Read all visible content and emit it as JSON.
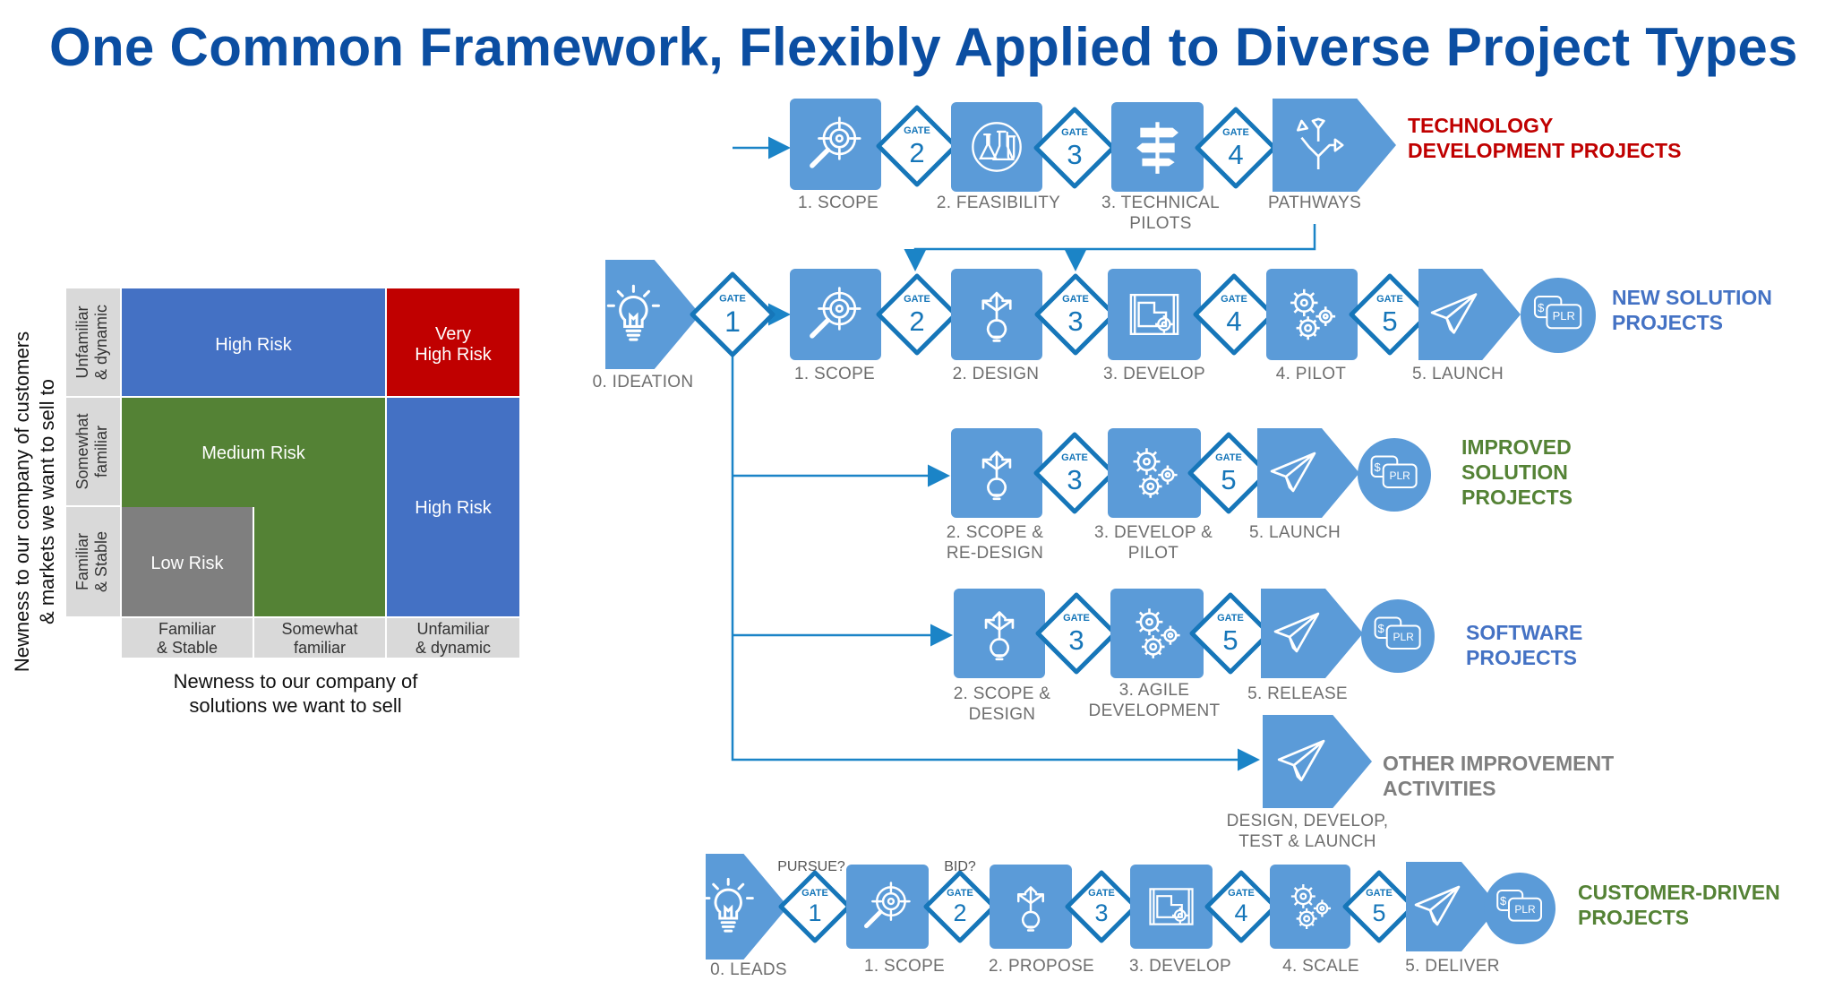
{
  "title": "One Common Framework, Flexibly Applied to Diverse Project Types",
  "colors": {
    "title": "#0b4ea2",
    "box": "#5b9bd8",
    "gate": "#1676b9",
    "line": "#1b84c7",
    "high_risk": "#4471c4",
    "very_high_risk": "#c00000",
    "medium_risk": "#548235",
    "low_risk": "#7f7f7f",
    "tech_label": "#c00000",
    "new_label": "#4472c4",
    "improved_label": "#548235",
    "software_label": "#4472c4",
    "other_label": "#7f7f7f",
    "customer_label": "#548235"
  },
  "matrix": {
    "y_axis_title_line1": "Newness to our company of customers",
    "y_axis_title_line2": "& markets we want to sell to",
    "x_axis_title_line1": "Newness to our company of",
    "x_axis_title_line2": "solutions we want to sell",
    "rows": [
      {
        "line1": "Unfamiliar",
        "line2": "& dynamic"
      },
      {
        "line1": "Somewhat",
        "line2": "familiar"
      },
      {
        "line1": "Familiar",
        "line2": "& Stable"
      }
    ],
    "cols": [
      {
        "line1": "Familiar",
        "line2": "& Stable"
      },
      {
        "line1": "Somewhat",
        "line2": "familiar"
      },
      {
        "line1": "Unfamiliar",
        "line2": "& dynamic"
      }
    ],
    "cells": {
      "high_risk_top": "High Risk",
      "very_high_line1": "Very",
      "very_high_line2": "High Risk",
      "medium_risk": "Medium Risk",
      "high_risk_right": "High Risk",
      "low_risk": "Low Risk"
    }
  },
  "gate_word": "GATE",
  "ideation": {
    "label": "0. IDEATION",
    "gate": "1"
  },
  "tech": {
    "label_line1": "TECHNOLOGY",
    "label_line2": "DEVELOPMENT PROJECTS",
    "stages": [
      {
        "line1": "1. SCOPE",
        "line2": ""
      },
      {
        "line1": "2. FEASIBILITY",
        "line2": ""
      },
      {
        "line1": "3. TECHNICAL",
        "line2": "PILOTS"
      },
      {
        "line1": "PATHWAYS",
        "line2": ""
      }
    ],
    "gates": [
      "2",
      "3",
      "4"
    ]
  },
  "new_solution": {
    "label_line1": "NEW SOLUTION",
    "label_line2": "PROJECTS",
    "stages": [
      "1. SCOPE",
      "2. DESIGN",
      "3. DEVELOP",
      "4. PILOT",
      "5. LAUNCH"
    ],
    "gates": [
      "2",
      "3",
      "4",
      "5"
    ]
  },
  "improved": {
    "label_line1": "IMPROVED",
    "label_line2": "SOLUTION",
    "label_line3": "PROJECTS",
    "stages": [
      {
        "line1": "2. SCOPE &",
        "line2": "RE-DESIGN"
      },
      {
        "line1": "3. DEVELOP &",
        "line2": "PILOT"
      },
      {
        "line1": "5. LAUNCH",
        "line2": ""
      }
    ],
    "gates": [
      "3",
      "5"
    ]
  },
  "software": {
    "label_line1": "SOFTWARE",
    "label_line2": "PROJECTS",
    "stages": [
      {
        "line1": "2. SCOPE &",
        "line2": "DESIGN"
      },
      {
        "line1": "3. AGILE",
        "line2": "DEVELOPMENT"
      },
      {
        "line1": "5. RELEASE",
        "line2": ""
      }
    ],
    "gates": [
      "3",
      "5"
    ]
  },
  "other": {
    "label_line1": "OTHER IMPROVEMENT",
    "label_line2": "ACTIVITIES",
    "stage_line1": "DESIGN, DEVELOP,",
    "stage_line2": "TEST & LAUNCH"
  },
  "customer": {
    "label_line1": "CUSTOMER-DRIVEN",
    "label_line2": "PROJECTS",
    "stages": [
      "0. LEADS",
      "1. SCOPE",
      "2. PROPOSE",
      "3. DEVELOP",
      "4. SCALE",
      "5. DELIVER"
    ],
    "gates": [
      "1",
      "2",
      "3",
      "4",
      "5"
    ],
    "pursue": "PURSUE?",
    "bid": "BID?"
  },
  "plr": "PLR",
  "dollar": "$"
}
